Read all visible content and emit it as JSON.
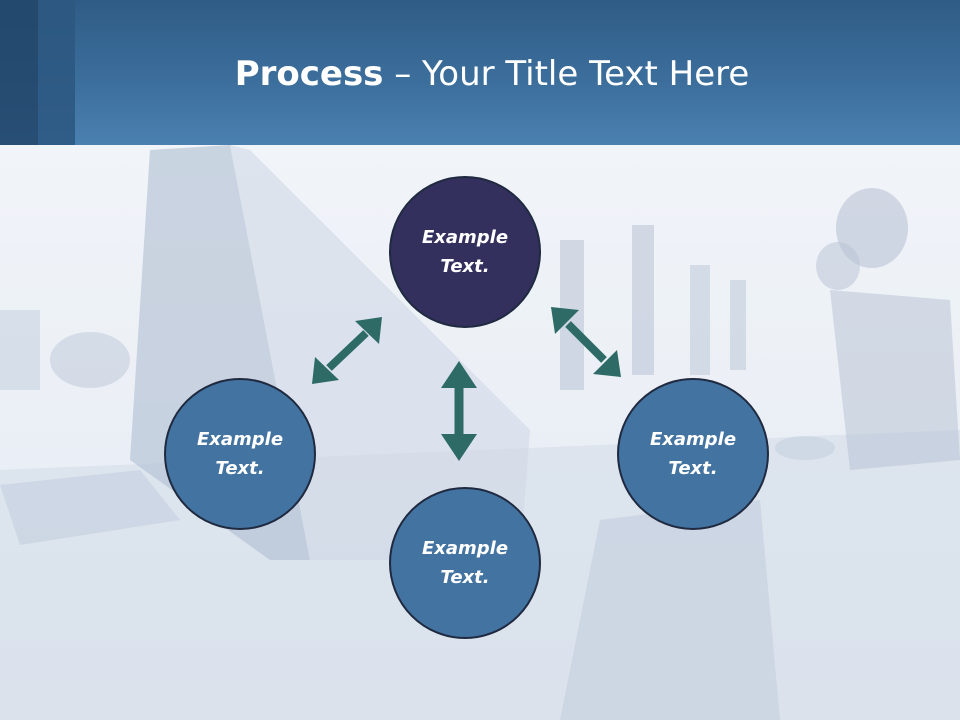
{
  "slide": {
    "title_bold": "Process",
    "title_rest": " – Your Title Text Here"
  },
  "nodes": {
    "top": "Example\nText.",
    "left": "Example\nText.",
    "bottom": "Example\nText.",
    "right": "Example\nText."
  },
  "colors": {
    "header": "#3c6e9c",
    "node_dark": "#34305e",
    "node": "#4373a1",
    "arrow": "#2e6b67"
  }
}
